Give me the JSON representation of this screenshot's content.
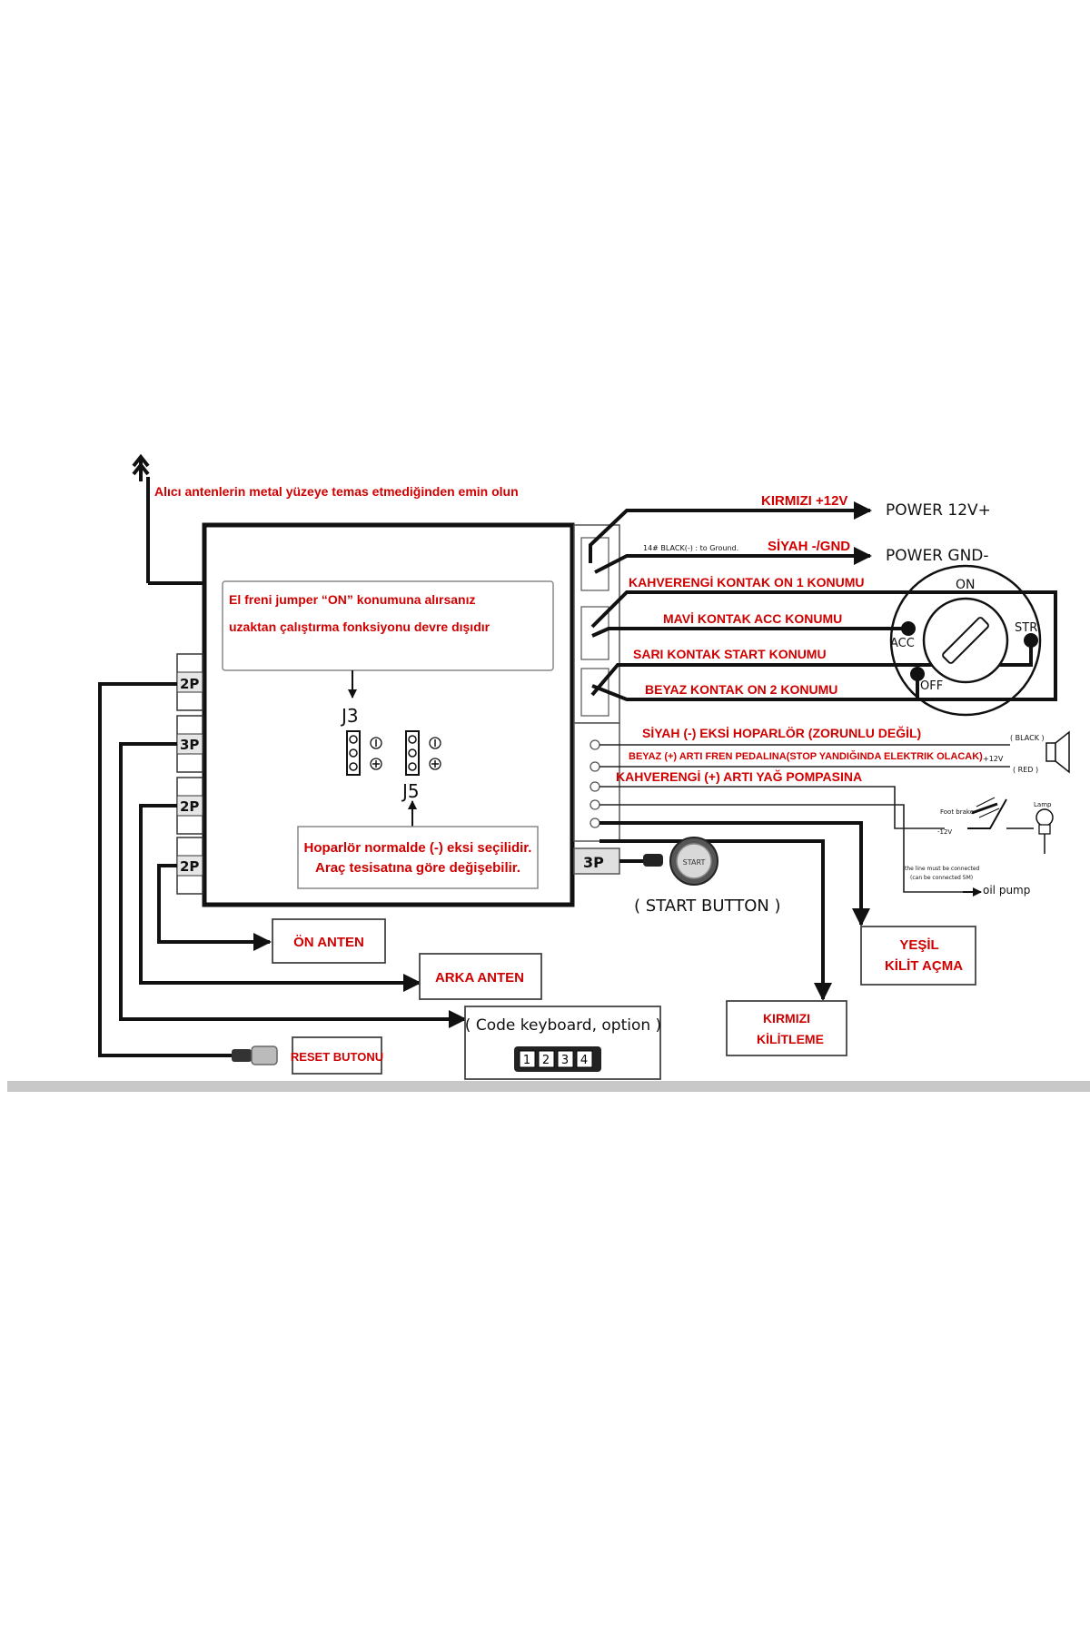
{
  "notes": {
    "antenna_warning": "Alıcı antenlerin metal yüzeye temas etmediğinden emin olun",
    "handbrake_line1": "El freni jumper “ON” konumuna alırsanız",
    "handbrake_line2": "uzaktan çalıştırma fonksiyonu devre dışıdır",
    "speaker_line1": "Hoparlör normalde (-) eksi seçilidir.",
    "speaker_line2": "Araç tesisatına göre değişebilir."
  },
  "jumpers": {
    "j3": "J3",
    "j5": "J5"
  },
  "connectors": {
    "c1": "2P",
    "c2": "3P",
    "c3": "2P",
    "c4": "2P",
    "right": "3P"
  },
  "power": {
    "red_label": "KIRMIZI +12V",
    "power_plus": "POWER 12V+",
    "black_note": "14# BLACK(-) : to Ground.",
    "black_label": "SİYAH -/GND",
    "power_gnd": "POWER GND-"
  },
  "ignition": {
    "brown": "KAHVERENGİ KONTAK ON 1 KONUMU",
    "blue": "MAVİ KONTAK ACC KONUMU",
    "yellow": "SARI KONTAK START KONUMU",
    "white": "BEYAZ KONTAK ON 2 KONUMU",
    "pos_on": "ON",
    "pos_acc": "ACC",
    "pos_str": "STR",
    "pos_off": "OFF"
  },
  "outputs": {
    "speaker": "SİYAH (-) EKSİ HOPARLÖR (ZORUNLU DEĞİL)",
    "brake": "BEYAZ (+) ARTI FREN PEDALINA(STOP YANDIĞINDA ELEKTRIK OLACAK)",
    "oil": "KAHVERENGİ (+) ARTI YAĞ POMPASINA",
    "black_small": "( BLACK )",
    "plus12_small": "+12V",
    "red_small": "( RED )",
    "foot_brake": "Foot brake",
    "minus12": "-12V",
    "lamp": "Lamp",
    "oil_note1": "the line must be connected",
    "oil_note2": "(can be connected 5M)",
    "oil_pump": "oil pump"
  },
  "start_button": {
    "label": "( START BUTTON )",
    "cap": "START"
  },
  "boxes": {
    "front_antenna": "ÖN ANTEN",
    "rear_antenna": "ARKA ANTEN",
    "keyboard": "( Code keyboard, option )",
    "reset": "RESET BUTONU",
    "unlock_green_1": "YEŞİL",
    "unlock_green_2": "KİLİT AÇMA",
    "lock_red_1": "KIRMIZI",
    "lock_red_2": "KİLİTLEME"
  },
  "keypad": [
    "1",
    "2",
    "3",
    "4"
  ],
  "colors": {
    "label_red": "#d00000",
    "line": "#111111",
    "footer_bar": "#c8c8c8"
  }
}
